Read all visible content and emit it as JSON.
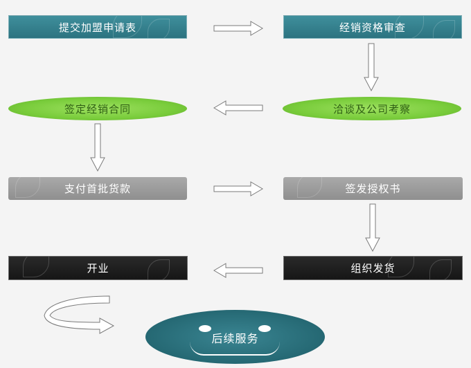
{
  "flow": {
    "step_apply": "提交加盟申请表",
    "step_review": "经销资格审查",
    "step_negotiate": "洽谈及公司考察",
    "step_contract": "签定经销合同",
    "step_pay": "支付首批货款",
    "step_license": "签发授权书",
    "step_ship": "组织发货",
    "step_open": "开业",
    "step_service": "后续服务"
  },
  "colors": {
    "teal": "#2f7a86",
    "green": "#7fd044",
    "gray": "#9a9a9a",
    "dark": "#1e1e1e",
    "arrow_stroke": "#7a7a7a"
  }
}
